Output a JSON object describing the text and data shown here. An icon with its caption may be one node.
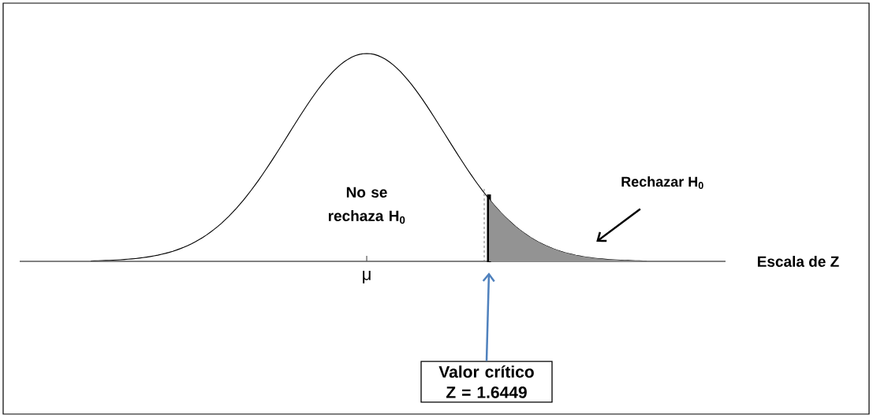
{
  "diagram": {
    "nodes": [
      {
        "text": [
          "Valor crítico Z = 1.6449"
        ]
      },
      {
        "text": [],
        "shape": "bar"
      },
      {
        "text": [
          "Rechazar H$_{0}$"
        ]
      },
      {
        "text": [],
        "shape": "area"
      }
    ],
    "edges": [
      {
        "from": 0,
        "to": 1,
        "arrow": "to",
        "color": "#4f81bd"
      },
      {
        "from": 2,
        "to": 3,
        "arrow": "to",
        "color": "#000000"
      }
    ],
    "labels": [
      "No se rechaza H$_{0}$",
      "μ",
      "Escala de Z"
    ]
  }
}
